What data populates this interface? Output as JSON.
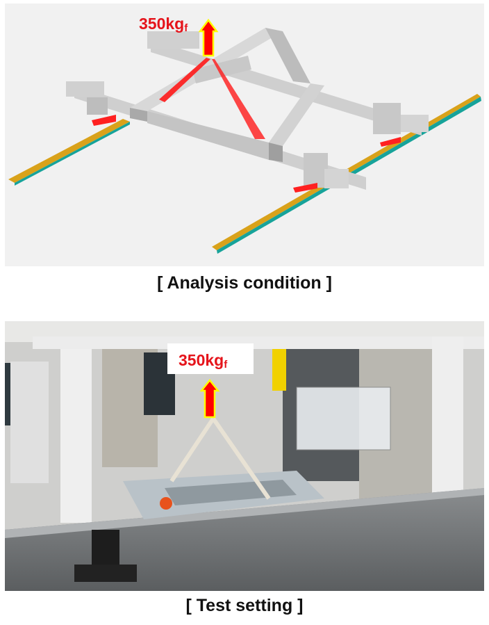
{
  "figure": {
    "analysis": {
      "load_label": "350kg",
      "load_subscript": "f",
      "caption": "[ Analysis condition ]",
      "colors": {
        "load_arrow": "#ff0000",
        "arrow_outline": "#ffff00",
        "rail_top": "#d9a21a",
        "rail_side": "#17a39a",
        "frame": "#c9c9c9"
      }
    },
    "test": {
      "load_label": "350kg",
      "load_subscript": "f",
      "caption": "[ Test setting ]"
    }
  }
}
